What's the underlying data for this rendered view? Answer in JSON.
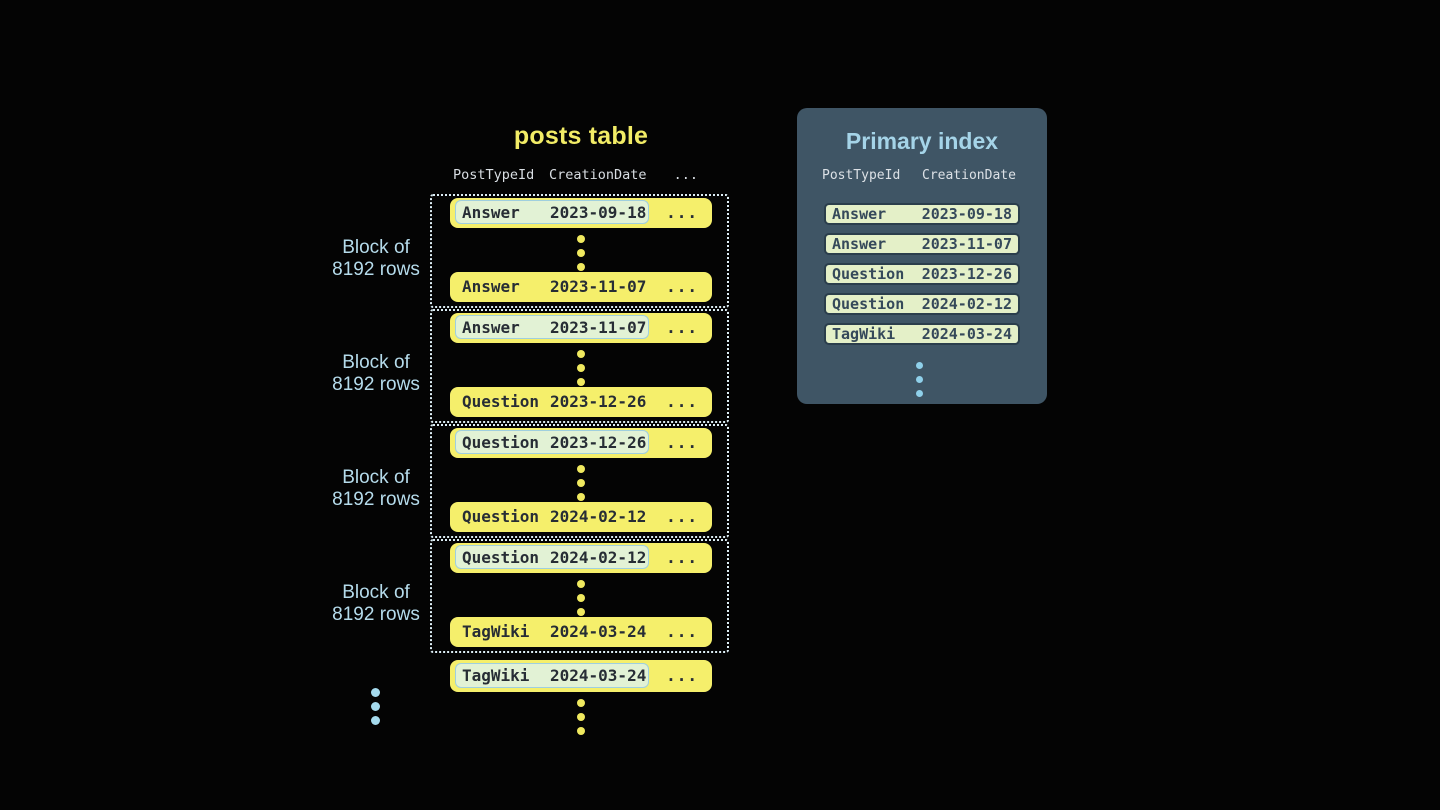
{
  "posts_table": {
    "title": "posts table",
    "columns": [
      "PostTypeId",
      "CreationDate"
    ],
    "ellipsis": "...",
    "block_label": {
      "line1": "Block of",
      "line2": "8192 rows"
    },
    "blocks": [
      {
        "first": {
          "type": "Answer",
          "date": "2023-09-18"
        },
        "last": {
          "type": "Answer",
          "date": "2023-11-07"
        }
      },
      {
        "first": {
          "type": "Answer",
          "date": "2023-11-07"
        },
        "last": {
          "type": "Question",
          "date": "2023-12-26"
        }
      },
      {
        "first": {
          "type": "Question",
          "date": "2023-12-26"
        },
        "last": {
          "type": "Question",
          "date": "2024-02-12"
        }
      },
      {
        "first": {
          "type": "Question",
          "date": "2024-02-12"
        },
        "last": {
          "type": "TagWiki",
          "date": "2024-03-24"
        }
      }
    ],
    "overflow_row": {
      "type": "TagWiki",
      "date": "2024-03-24"
    }
  },
  "primary_index": {
    "title": "Primary index",
    "columns": [
      "PostTypeId",
      "CreationDate"
    ],
    "rows": [
      {
        "type": "Answer",
        "date": "2023-09-18"
      },
      {
        "type": "Answer",
        "date": "2023-11-07"
      },
      {
        "type": "Question",
        "date": "2023-12-26"
      },
      {
        "type": "Question",
        "date": "2024-02-12"
      },
      {
        "type": "TagWiki",
        "date": "2024-03-24"
      }
    ]
  },
  "colors": {
    "background": "#040404",
    "accent_yellow": "#f5ef6b",
    "accent_light_blue": "#a5dbee",
    "panel_background": "#3f5565",
    "highlight_pill_green": "#e2f2d5",
    "highlight_pill_border": "#9fcfdf",
    "index_row_green": "#e4f0c8",
    "index_row_border": "#2b3e4c",
    "dark_text": "#272d35",
    "dotted_outline": "#ddeef5"
  }
}
